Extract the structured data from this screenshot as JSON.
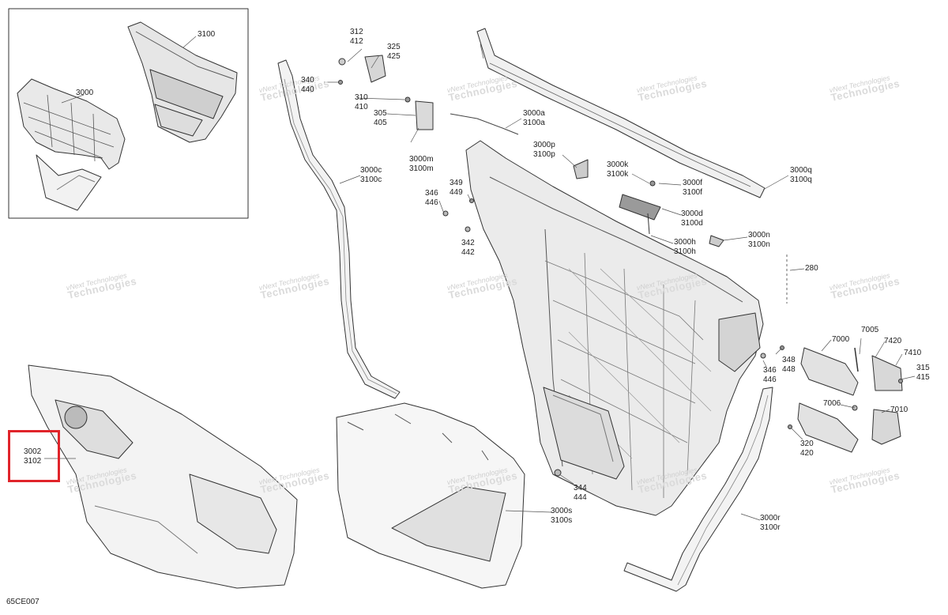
{
  "diagram_code": "65CE007",
  "highlight_color": "#e0242a",
  "watermark": {
    "line1": "vNext Technologies",
    "line2": "Technologies"
  },
  "callouts": [
    {
      "id": "c3100",
      "lines": [
        "3100"
      ]
    },
    {
      "id": "c3000",
      "lines": [
        "3000"
      ]
    },
    {
      "id": "c312",
      "lines": [
        "312",
        "412"
      ]
    },
    {
      "id": "c325",
      "lines": [
        "325",
        "425"
      ]
    },
    {
      "id": "c340",
      "lines": [
        "340",
        "440"
      ]
    },
    {
      "id": "c310",
      "lines": [
        "310",
        "410"
      ]
    },
    {
      "id": "c305",
      "lines": [
        "305",
        "405"
      ]
    },
    {
      "id": "c3000m",
      "lines": [
        "3000m",
        "3100m"
      ]
    },
    {
      "id": "c3000a",
      "lines": [
        "3000a",
        "3100a"
      ]
    },
    {
      "id": "c3000p",
      "lines": [
        "3000p",
        "3100p"
      ]
    },
    {
      "id": "c3000k",
      "lines": [
        "3000k",
        "3100k"
      ]
    },
    {
      "id": "c3000f",
      "lines": [
        "3000f",
        "3100f"
      ]
    },
    {
      "id": "c3000q",
      "lines": [
        "3000q",
        "3100q"
      ]
    },
    {
      "id": "c3000c",
      "lines": [
        "3000c",
        "3100c"
      ]
    },
    {
      "id": "c349",
      "lines": [
        "349",
        "449"
      ]
    },
    {
      "id": "c346a",
      "lines": [
        "346",
        "446"
      ]
    },
    {
      "id": "c342",
      "lines": [
        "342",
        "442"
      ]
    },
    {
      "id": "c3000d",
      "lines": [
        "3000d",
        "3100d"
      ]
    },
    {
      "id": "c3000h",
      "lines": [
        "3000h",
        "3100h"
      ]
    },
    {
      "id": "c3000n",
      "lines": [
        "3000n",
        "3100n"
      ]
    },
    {
      "id": "c280",
      "lines": [
        "280"
      ]
    },
    {
      "id": "c7000",
      "lines": [
        "7000"
      ]
    },
    {
      "id": "c7005",
      "lines": [
        "7005"
      ]
    },
    {
      "id": "c7420",
      "lines": [
        "7420"
      ]
    },
    {
      "id": "c7410",
      "lines": [
        "7410"
      ]
    },
    {
      "id": "c315",
      "lines": [
        "315",
        "415"
      ]
    },
    {
      "id": "c348",
      "lines": [
        "348",
        "448"
      ]
    },
    {
      "id": "c346b",
      "lines": [
        "346",
        "446"
      ]
    },
    {
      "id": "c7006",
      "lines": [
        "7006"
      ]
    },
    {
      "id": "c7010",
      "lines": [
        "7010"
      ]
    },
    {
      "id": "c320",
      "lines": [
        "320",
        "420"
      ]
    },
    {
      "id": "c344",
      "lines": [
        "344",
        "444"
      ]
    },
    {
      "id": "c3000s",
      "lines": [
        "3000s",
        "3100s"
      ]
    },
    {
      "id": "c3000r",
      "lines": [
        "3000r",
        "3100r"
      ]
    },
    {
      "id": "c3002",
      "lines": [
        "3002",
        "3102"
      ]
    }
  ]
}
